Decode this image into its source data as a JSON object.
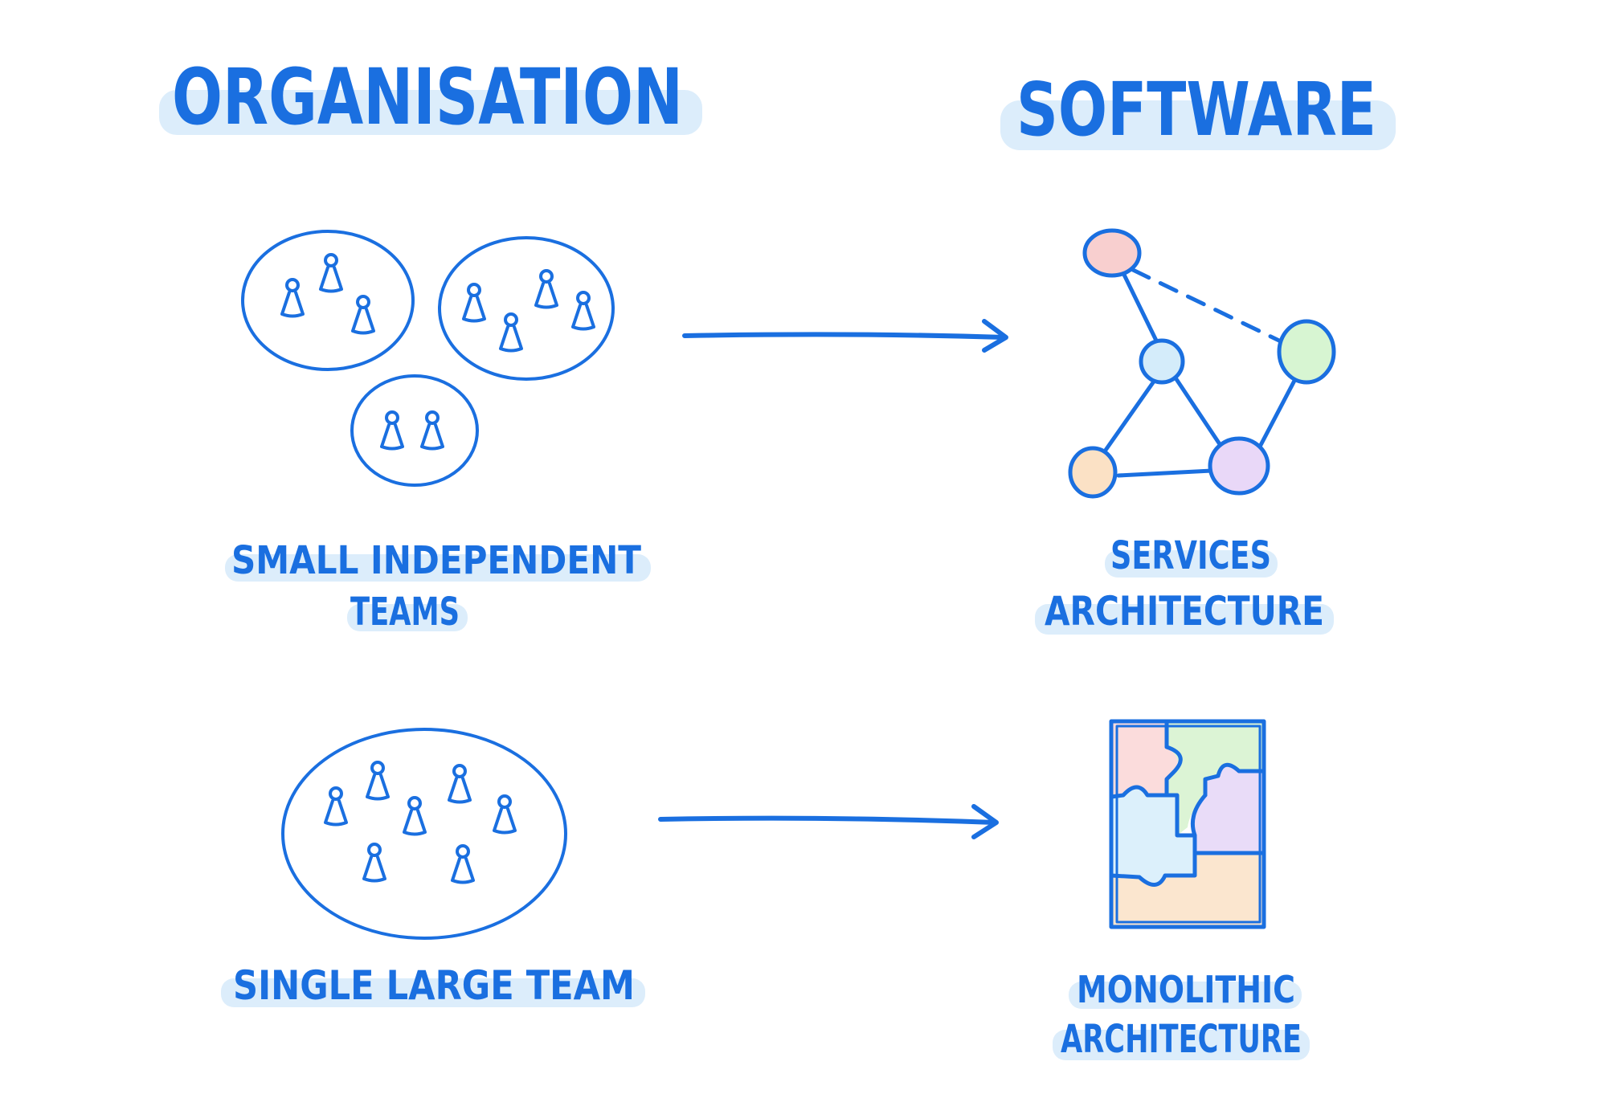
{
  "headings": {
    "left": "ORGANISATION",
    "right": "SOFTWARE"
  },
  "labels": {
    "small_teams_line1": "SMALL INDEPENDENT",
    "small_teams_line2": "TEAMS",
    "services_line1": "SERVICES",
    "services_line2": "ARCHITECTURE",
    "single_team": "SINGLE LARGE TEAM",
    "monolith_line1": "MONOLITHIC",
    "monolith_line2": "ARCHITECTURE"
  },
  "colors": {
    "ink": "#1a6fe0",
    "highlight": "#dcedfb",
    "node_pink": "#f8cfcf",
    "node_blue": "#d4ecfa",
    "node_green": "#d7f5d2",
    "node_orange": "#fbe1c5",
    "node_purple": "#e9d8f8",
    "puzzle_pink": "#fbdcdc",
    "puzzle_green": "#dcf4d5",
    "puzzle_purple": "#e9dcf8",
    "puzzle_blue": "#dcf0fb",
    "puzzle_orange": "#fbe6cf"
  },
  "icons": {
    "people_groups": "person-icon",
    "services_graph": "service-node-icon",
    "monolith": "puzzle-icon",
    "arrows": "arrow-right-icon"
  }
}
